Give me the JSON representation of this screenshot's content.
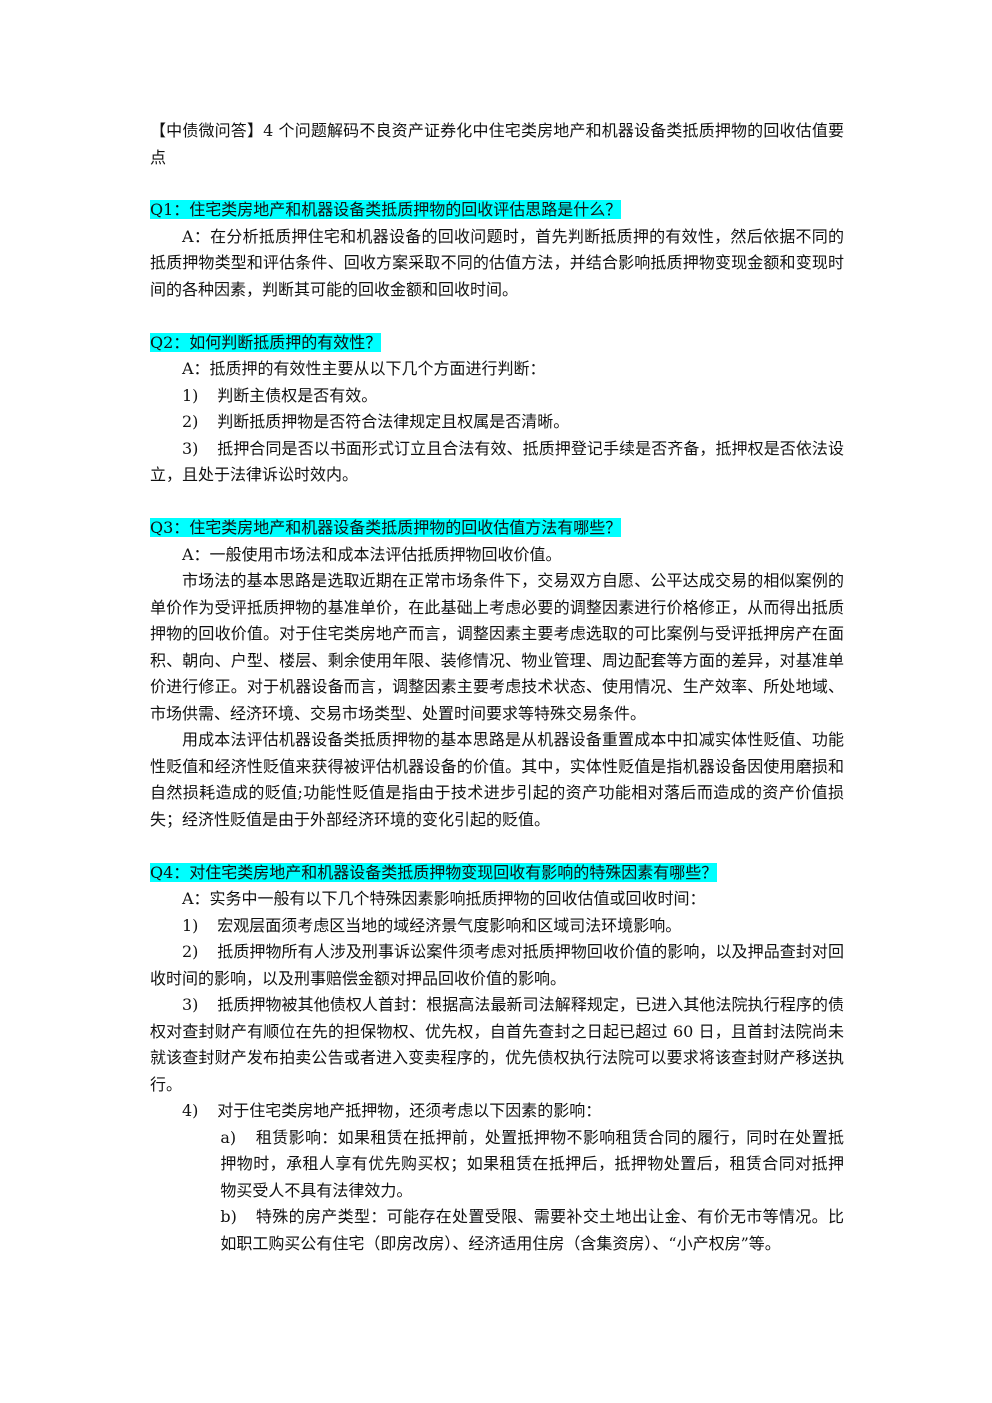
{
  "doc": {
    "title": "【中债微问答】4 个问题解码不良资产证券化中住宅类房地产和机器设备类抵质押物的回收估值要点",
    "q1": {
      "question": "Q1：住宅类房地产和机器设备类抵质押物的回收评估思路是什么？",
      "answer": "A：在分析抵质押住宅和机器设备的回收问题时，首先判断抵质押的有效性，然后依据不同的抵质押物类型和评估条件、回收方案采取不同的估值方法，并结合影响抵质押物变现金额和变现时间的各种因素，判断其可能的回收金额和回收时间。"
    },
    "q2": {
      "question": "Q2：如何判断抵质押的有效性？",
      "answer": "A：抵质押的有效性主要从以下几个方面进行判断：",
      "items": [
        {
          "num": "1)",
          "text": "判断主债权是否有效。"
        },
        {
          "num": "2)",
          "text": "判断抵质押物是否符合法律规定且权属是否清晰。"
        },
        {
          "num": "3)",
          "text": "抵押合同是否以书面形式订立且合法有效、抵质押登记手续是否齐备，抵押权是否依法设立，且处于法律诉讼时效内。"
        }
      ]
    },
    "q3": {
      "question": "Q3：住宅类房地产和机器设备类抵质押物的回收估值方法有哪些？",
      "answer": "A：一般使用市场法和成本法评估抵质押物回收价值。",
      "para1": "市场法的基本思路是选取近期在正常市场条件下，交易双方自愿、公平达成交易的相似案例的单价作为受评抵质押物的基准单价，在此基础上考虑必要的调整因素进行价格修正，从而得出抵质押物的回收价值。对于住宅类房地产而言，调整因素主要考虑选取的可比案例与受评抵押房产在面积、朝向、户型、楼层、剩余使用年限、装修情况、物业管理、周边配套等方面的差异，对基准单价进行修正。对于机器设备而言，调整因素主要考虑技术状态、使用情况、生产效率、所处地域、市场供需、经济环境、交易市场类型、处置时间要求等特殊交易条件。",
      "para2": "用成本法评估机器设备类抵质押物的基本思路是从机器设备重置成本中扣减实体性贬值、功能性贬值和经济性贬值来获得被评估机器设备的价值。其中，实体性贬值是指机器设备因使用磨损和自然损耗造成的贬值;功能性贬值是指由于技术进步引起的资产功能相对落后而造成的资产价值损失；经济性贬值是由于外部经济环境的变化引起的贬值。"
    },
    "q4": {
      "question": "Q4：对住宅类房地产和机器设备类抵质押物变现回收有影响的特殊因素有哪些？",
      "answer": "A：实务中一般有以下几个特殊因素影响抵质押物的回收估值或回收时间：",
      "items": [
        {
          "num": "1)",
          "text": "宏观层面须考虑区当地的域经济景气度影响和区域司法环境影响。"
        },
        {
          "num": "2)",
          "text": "抵质押物所有人涉及刑事诉讼案件须考虑对抵质押物回收价值的影响，以及押品查封对回收时间的影响，以及刑事赔偿金额对押品回收价值的影响。"
        },
        {
          "num": "3)",
          "text": "抵质押物被其他债权人首封：根据高法最新司法解释规定，已进入其他法院执行程序的债权对查封财产有顺位在先的担保物权、优先权，自首先查封之日起已超过 60 日，且首封法院尚未就该查封财产发布拍卖公告或者进入变卖程序的，优先债权执行法院可以要求将该查封财产移送执行。"
        },
        {
          "num": "4)",
          "text": "对于住宅类房地产抵押物，还须考虑以下因素的影响："
        }
      ],
      "subitems": [
        {
          "num": "a)",
          "text": "租赁影响：如果租赁在抵押前，处置抵押物不影响租赁合同的履行，同时在处置抵押物时，承租人享有优先购买权；如果租赁在抵押后，抵押物处置后，租赁合同对抵押物买受人不具有法律效力。"
        },
        {
          "num": "b)",
          "text": "特殊的房产类型：可能存在处置受限、需要补交土地出让金、有价无市等情况。比如职工购买公有住宅（即房改房）、经济适用住房（含集资房）、“小产权房”等。"
        }
      ]
    }
  }
}
